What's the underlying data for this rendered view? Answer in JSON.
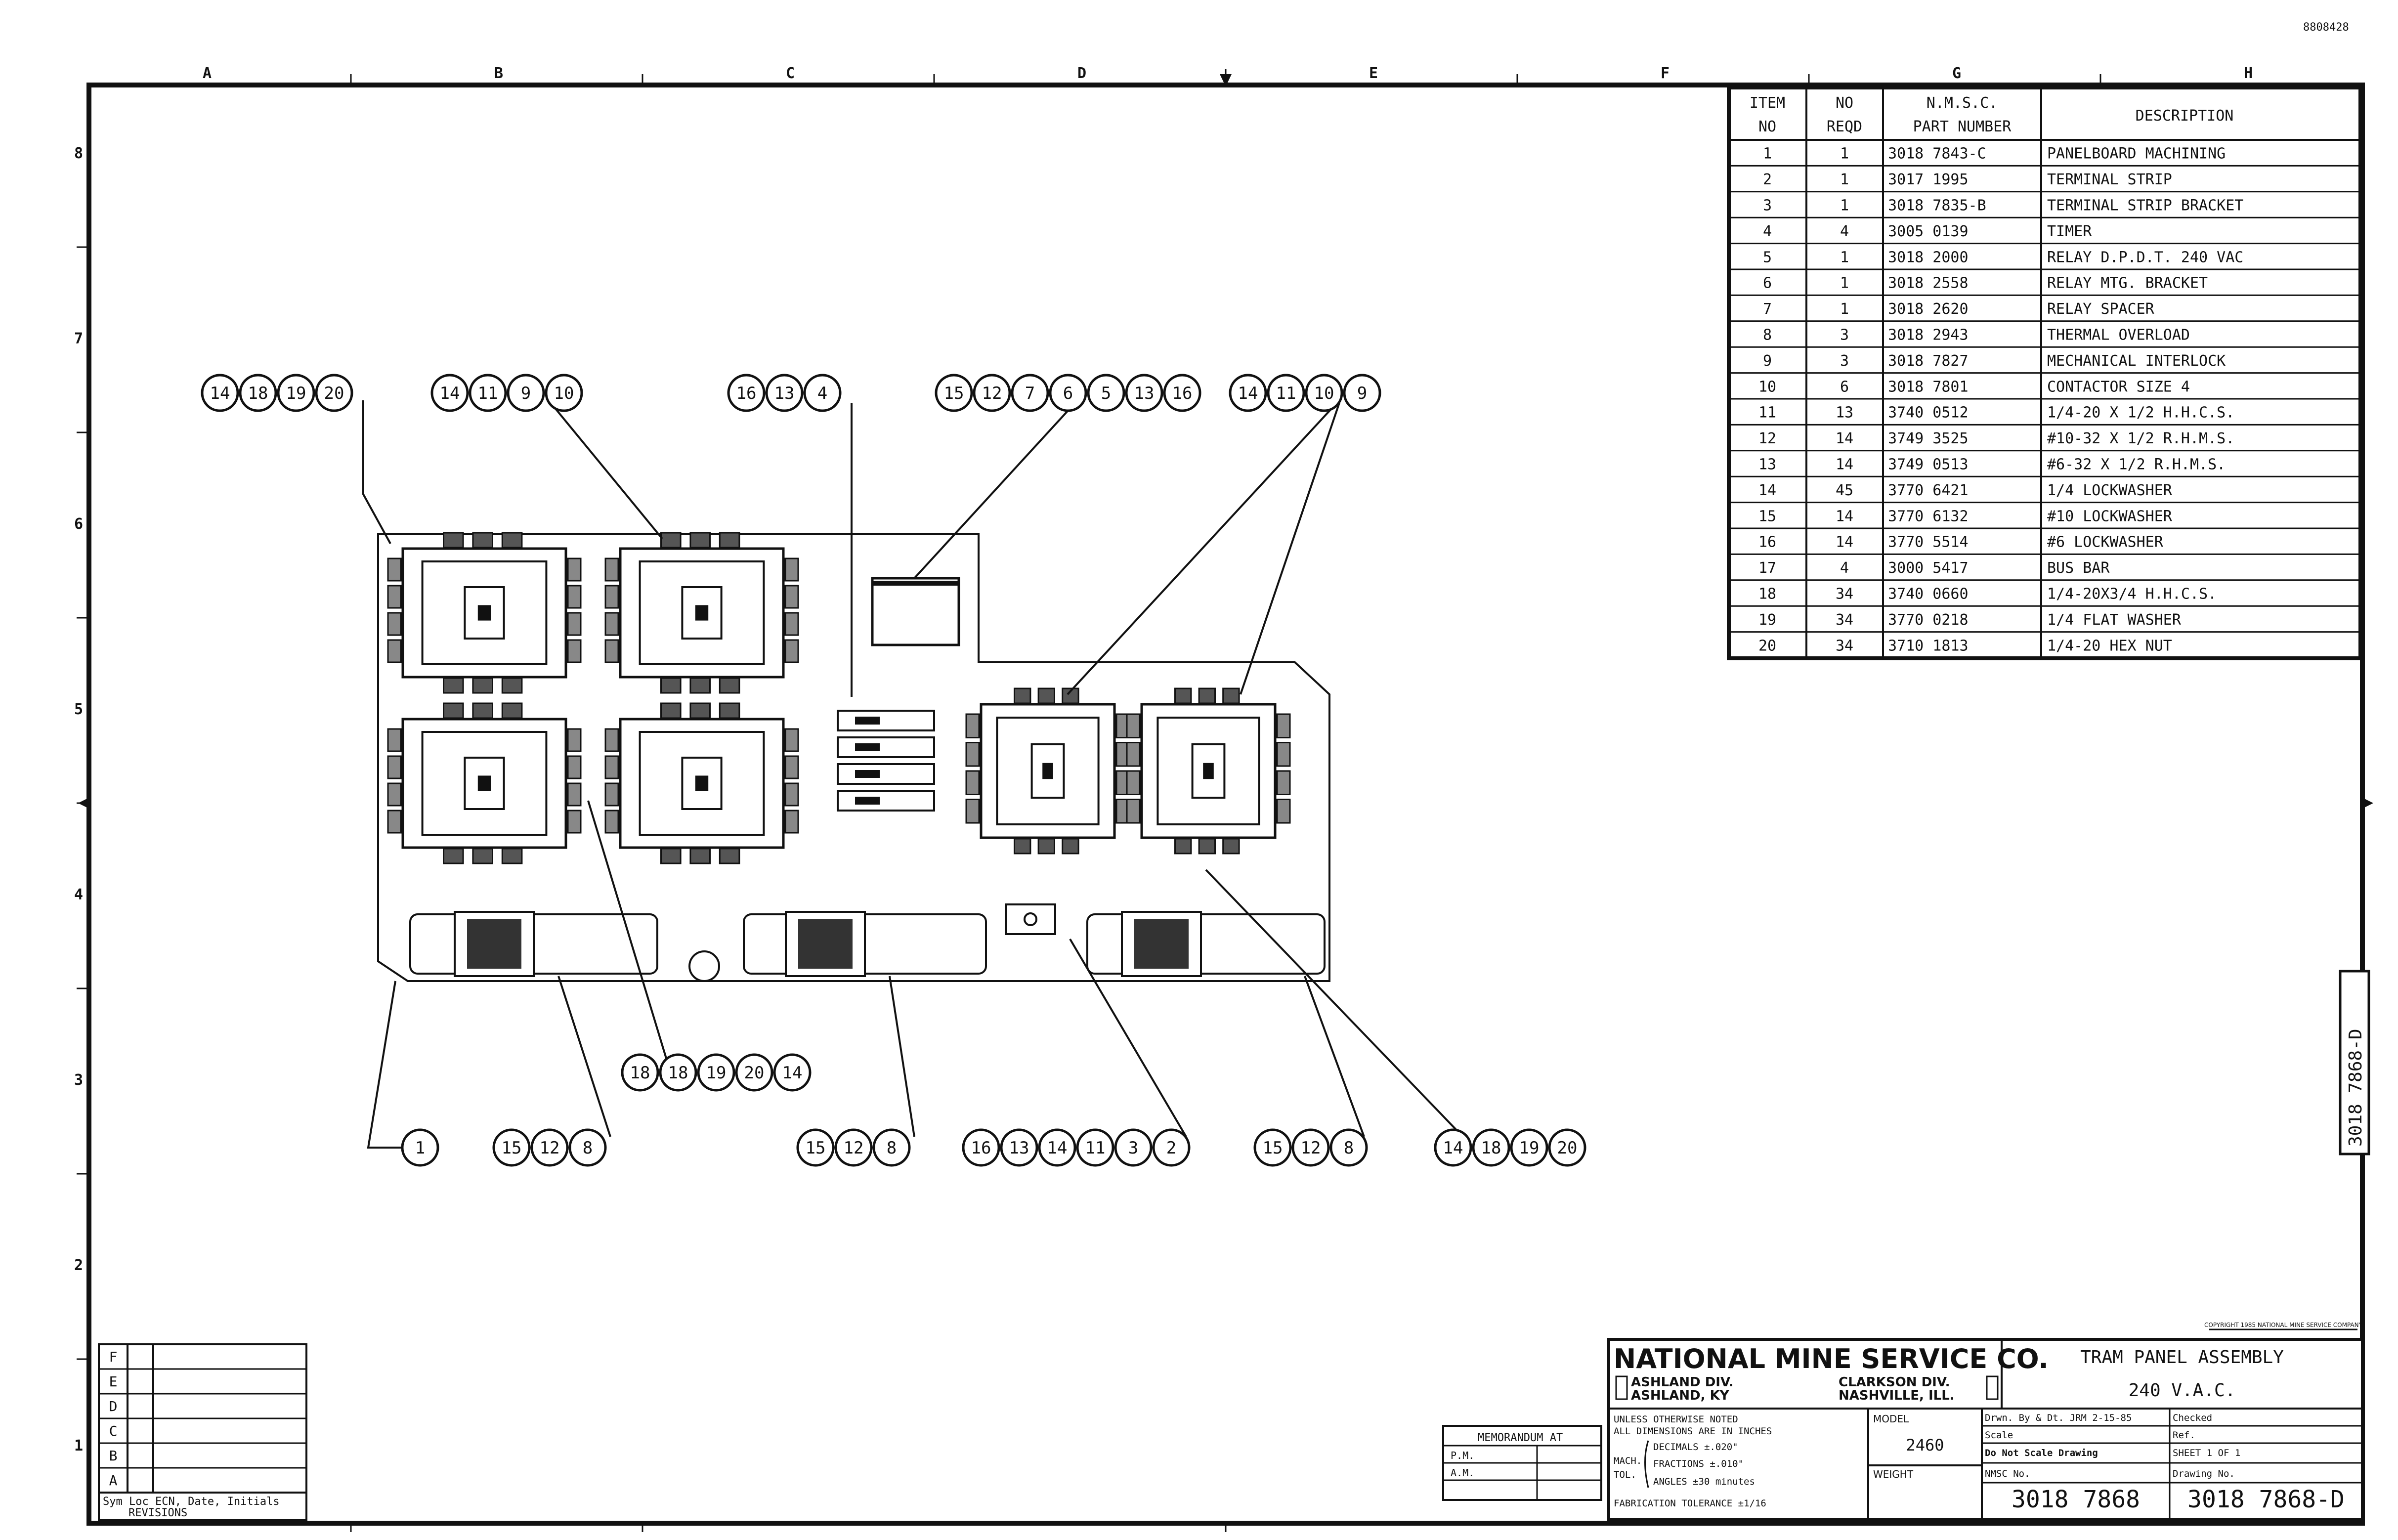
{
  "doc_number_top": "8808428",
  "border": {
    "columns": [
      "A",
      "B",
      "C",
      "D",
      "E",
      "F",
      "G",
      "H"
    ],
    "rows": [
      "8",
      "7",
      "6",
      "5",
      "4",
      "3",
      "2",
      "1"
    ]
  },
  "parts_table": {
    "headers": [
      [
        "ITEM",
        "NO"
      ],
      [
        "NO",
        "REQD"
      ],
      [
        "N.M.S.C.",
        "PART NUMBER"
      ],
      [
        "DESCRIPTION"
      ]
    ],
    "rows": [
      [
        "1",
        "1",
        "3018 7843-C",
        "PANELBOARD MACHINING"
      ],
      [
        "2",
        "1",
        "3017 1995",
        "TERMINAL STRIP"
      ],
      [
        "3",
        "1",
        "3018 7835-B",
        "TERMINAL STRIP BRACKET"
      ],
      [
        "4",
        "4",
        "3005 0139",
        "TIMER"
      ],
      [
        "5",
        "1",
        "3018 2000",
        "RELAY D.P.D.T. 240 VAC"
      ],
      [
        "6",
        "1",
        "3018 2558",
        "RELAY MTG. BRACKET"
      ],
      [
        "7",
        "1",
        "3018 2620",
        "RELAY SPACER"
      ],
      [
        "8",
        "3",
        "3018 2943",
        "THERMAL OVERLOAD"
      ],
      [
        "9",
        "3",
        "3018 7827",
        "MECHANICAL INTERLOCK"
      ],
      [
        "10",
        "6",
        "3018 7801",
        "CONTACTOR SIZE 4"
      ],
      [
        "11",
        "13",
        "3740 0512",
        "1/4-20 X 1/2 H.H.C.S."
      ],
      [
        "12",
        "14",
        "3749 3525",
        "#10-32 X 1/2 R.H.M.S."
      ],
      [
        "13",
        "14",
        "3749 0513",
        "#6-32 X 1/2 R.H.M.S."
      ],
      [
        "14",
        "45",
        "3770 6421",
        "1/4 LOCKWASHER"
      ],
      [
        "15",
        "14",
        "3770 6132",
        "#10 LOCKWASHER"
      ],
      [
        "16",
        "14",
        "3770 5514",
        "#6 LOCKWASHER"
      ],
      [
        "17",
        "4",
        "3000 5417",
        "BUS BAR"
      ],
      [
        "18",
        "34",
        "3740 0660",
        "1/4-20X3/4 H.H.C.S."
      ],
      [
        "19",
        "34",
        "3770 0218",
        "1/4 FLAT WASHER"
      ],
      [
        "20",
        "34",
        "3710 1813",
        "1/4-20 HEX NUT"
      ]
    ]
  },
  "balloons": [
    [
      "14",
      "18",
      "19",
      "20"
    ],
    [
      "14",
      "11",
      "9",
      "10"
    ],
    [
      "16",
      "13",
      "4"
    ],
    [
      "15",
      "12",
      "7",
      "6",
      "5",
      "13",
      "16"
    ],
    [
      "14",
      "11",
      "10",
      "9"
    ],
    [
      "18",
      "18",
      "19",
      "20",
      "14"
    ],
    [
      "1"
    ],
    [
      "15",
      "12",
      "8"
    ],
    [
      "15",
      "12",
      "8"
    ],
    [
      "16",
      "13",
      "14",
      "11",
      "3",
      "2"
    ],
    [
      "15",
      "12",
      "8"
    ],
    [
      "14",
      "18",
      "19",
      "20"
    ]
  ],
  "revisions": {
    "letters": [
      "F",
      "E",
      "D",
      "C",
      "B",
      "A"
    ],
    "footer": "Sym Loc ECN, Date, Initials",
    "footer2": "REVISIONS"
  },
  "title_block": {
    "company": "NATIONAL MINE SERVICE CO.",
    "div1a": "ASHLAND DIV.",
    "div1b": "ASHLAND, KY",
    "div2a": "CLARKSON DIV.",
    "div2b": "NASHVILLE, ILL.",
    "title1": "TRAM PANEL ASSEMBLY",
    "title2": "240 V.A.C.",
    "notes": [
      "UNLESS OTHERWISE NOTED",
      "ALL DIMENSIONS ARE IN INCHES",
      "DECIMALS ±.020\"",
      "FRACTIONS ±.010\"",
      "ANGLES ±30 minutes",
      "FABRICATION TOLERANCE ±1/16"
    ],
    "mach_label": "MACH.",
    "tol_label": "TOL.",
    "model_label": "MODEL",
    "model": "2460",
    "weight_label": "WEIGHT",
    "drawn": "Drwn. By & Dt. JRM 2-15-85",
    "checked": "Checked",
    "scale": "Scale",
    "ref": "Ref.",
    "do_not_scale": "Do Not Scale Drawing",
    "sheet": "SHEET 1 OF 1",
    "nmsc_label": "NMSC No.",
    "nmsc": "3018 7868",
    "drawing_label": "Drawing No.",
    "drawing_no": "3018 7868-D",
    "side_number": "3018 7868-D",
    "copyright": "COPYRIGHT 1985 NATIONAL MINE SERVICE COMPANY",
    "memorandum": "MEMORANDUM AT",
    "mem_row1": "P.M.",
    "mem_row2": "A.M."
  }
}
